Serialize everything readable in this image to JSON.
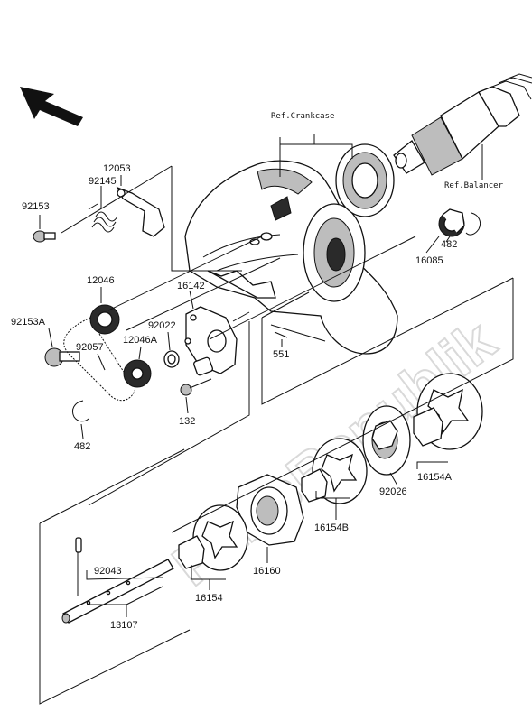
{
  "references": {
    "crankcase": "Ref.Crankcase",
    "balancer": "Ref.Balancer"
  },
  "watermark": "PartsRepublik",
  "parts": [
    {
      "id": "p92153",
      "number": "92153"
    },
    {
      "id": "p92145",
      "number": "92145"
    },
    {
      "id": "p12053",
      "number": "12053"
    },
    {
      "id": "p12046",
      "number": "12046"
    },
    {
      "id": "p92153A",
      "number": "92153A"
    },
    {
      "id": "p92057",
      "number": "92057"
    },
    {
      "id": "p12046A",
      "number": "12046A"
    },
    {
      "id": "p92022",
      "number": "92022"
    },
    {
      "id": "p16142",
      "number": "16142"
    },
    {
      "id": "p482a",
      "number": "482"
    },
    {
      "id": "p132",
      "number": "132"
    },
    {
      "id": "p551",
      "number": "551"
    },
    {
      "id": "p482b",
      "number": "482"
    },
    {
      "id": "p16085",
      "number": "16085"
    },
    {
      "id": "p92026",
      "number": "92026"
    },
    {
      "id": "p16154A",
      "number": "16154A"
    },
    {
      "id": "p16154B",
      "number": "16154B"
    },
    {
      "id": "p16160",
      "number": "16160"
    },
    {
      "id": "p16154",
      "number": "16154"
    },
    {
      "id": "p92043",
      "number": "92043"
    },
    {
      "id": "p13107",
      "number": "13107"
    }
  ]
}
